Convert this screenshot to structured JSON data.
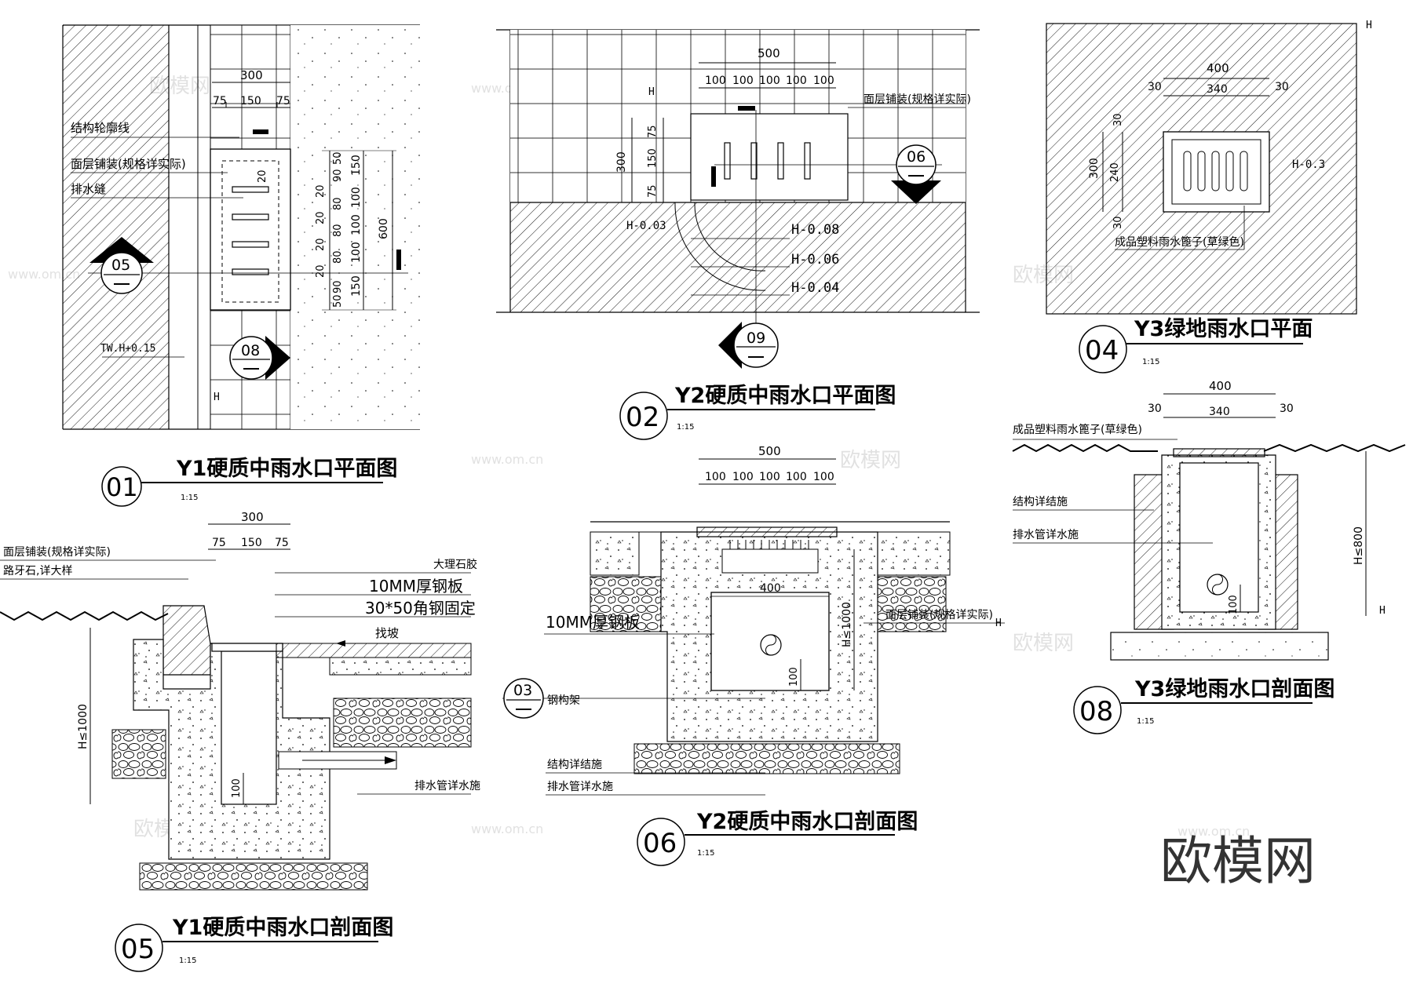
{
  "drawing_01": {
    "title": "Y1硬质中雨水口平面图",
    "number": "01",
    "scale": "1:15",
    "dims_top": [
      "300",
      "75",
      "150",
      "75"
    ],
    "dims_right_inner": [
      "50",
      "90",
      "20",
      "80",
      "20",
      "80",
      "20",
      "80",
      "20",
      "90",
      "50"
    ],
    "dims_right_mid": [
      "150",
      "100",
      "100",
      "100",
      "150"
    ],
    "dim_total": "600",
    "labels": [
      "结构轮廓线",
      "面层铺装(规格详实际)",
      "排水缝"
    ],
    "pour_value": "20",
    "level_tw": "TW.H+0.15",
    "level_h": "H",
    "ref_05": "05",
    "ref_08": "08"
  },
  "drawing_02": {
    "title": "Y2硬质中雨水口平面图",
    "number": "02",
    "scale": "1:15",
    "dim_total": "500",
    "dims_top": [
      "100",
      "100",
      "100",
      "100",
      "100"
    ],
    "dims_left": [
      "300",
      "75",
      "150",
      "75"
    ],
    "level_h": "H",
    "levels": [
      "H-0.03",
      "H-0.08",
      "H-0.06",
      "H-0.04"
    ],
    "label": "面层铺装(规格详实际)",
    "ref_06": "06",
    "ref_09": "09"
  },
  "drawing_04": {
    "title": "Y3绿地雨水口平面",
    "number": "04",
    "scale": "1:15",
    "dims_top": [
      "400",
      "30",
      "340",
      "30"
    ],
    "dims_left": [
      "300",
      "30",
      "240",
      "30"
    ],
    "level_h": "H",
    "level_grate": "H-0.3",
    "label": "成品塑料雨水篦子(草绿色)"
  },
  "drawing_05": {
    "title": "Y1硬质中雨水口剖面图",
    "number": "05",
    "scale": "1:15",
    "dims_top": [
      "300",
      "75",
      "150",
      "75"
    ],
    "labels_left": [
      "面层铺装(规格详实际)",
      "路牙石,详大样"
    ],
    "labels_right": [
      "大理石胶",
      "10MM厚钢板",
      "30*50角钢固定"
    ],
    "slope": "找坡",
    "height": "H≤1000",
    "bottom": "100",
    "pipe_label": "排水管详水施"
  },
  "drawing_06": {
    "title": "Y2硬质中雨水口剖面图",
    "number": "06",
    "scale": "1:15",
    "dim_total": "500",
    "dims_top": [
      "100",
      "100",
      "100",
      "100",
      "100"
    ],
    "inner_width": "400",
    "height": "H≤1000",
    "bottom": "100",
    "labels_left": [
      "10MM厚钢板",
      "钢构架",
      "结构详结施",
      "排水管详水施"
    ],
    "label_right": "面层铺装(规格详实际)",
    "level_h": "H",
    "ref_03": "03"
  },
  "drawing_08": {
    "title": "Y3绿地雨水口剖面图",
    "number": "08",
    "scale": "1:15",
    "dims_top": [
      "400",
      "30",
      "340",
      "30"
    ],
    "labels": [
      "成品塑料雨水篦子(草绿色)",
      "结构详结施",
      "排水管详水施"
    ],
    "height": "H≤800",
    "bottom": "100",
    "level_h": "H"
  },
  "watermark": {
    "text": "欧模网",
    "url": "www.om.cn",
    "brand": "欧模网"
  }
}
